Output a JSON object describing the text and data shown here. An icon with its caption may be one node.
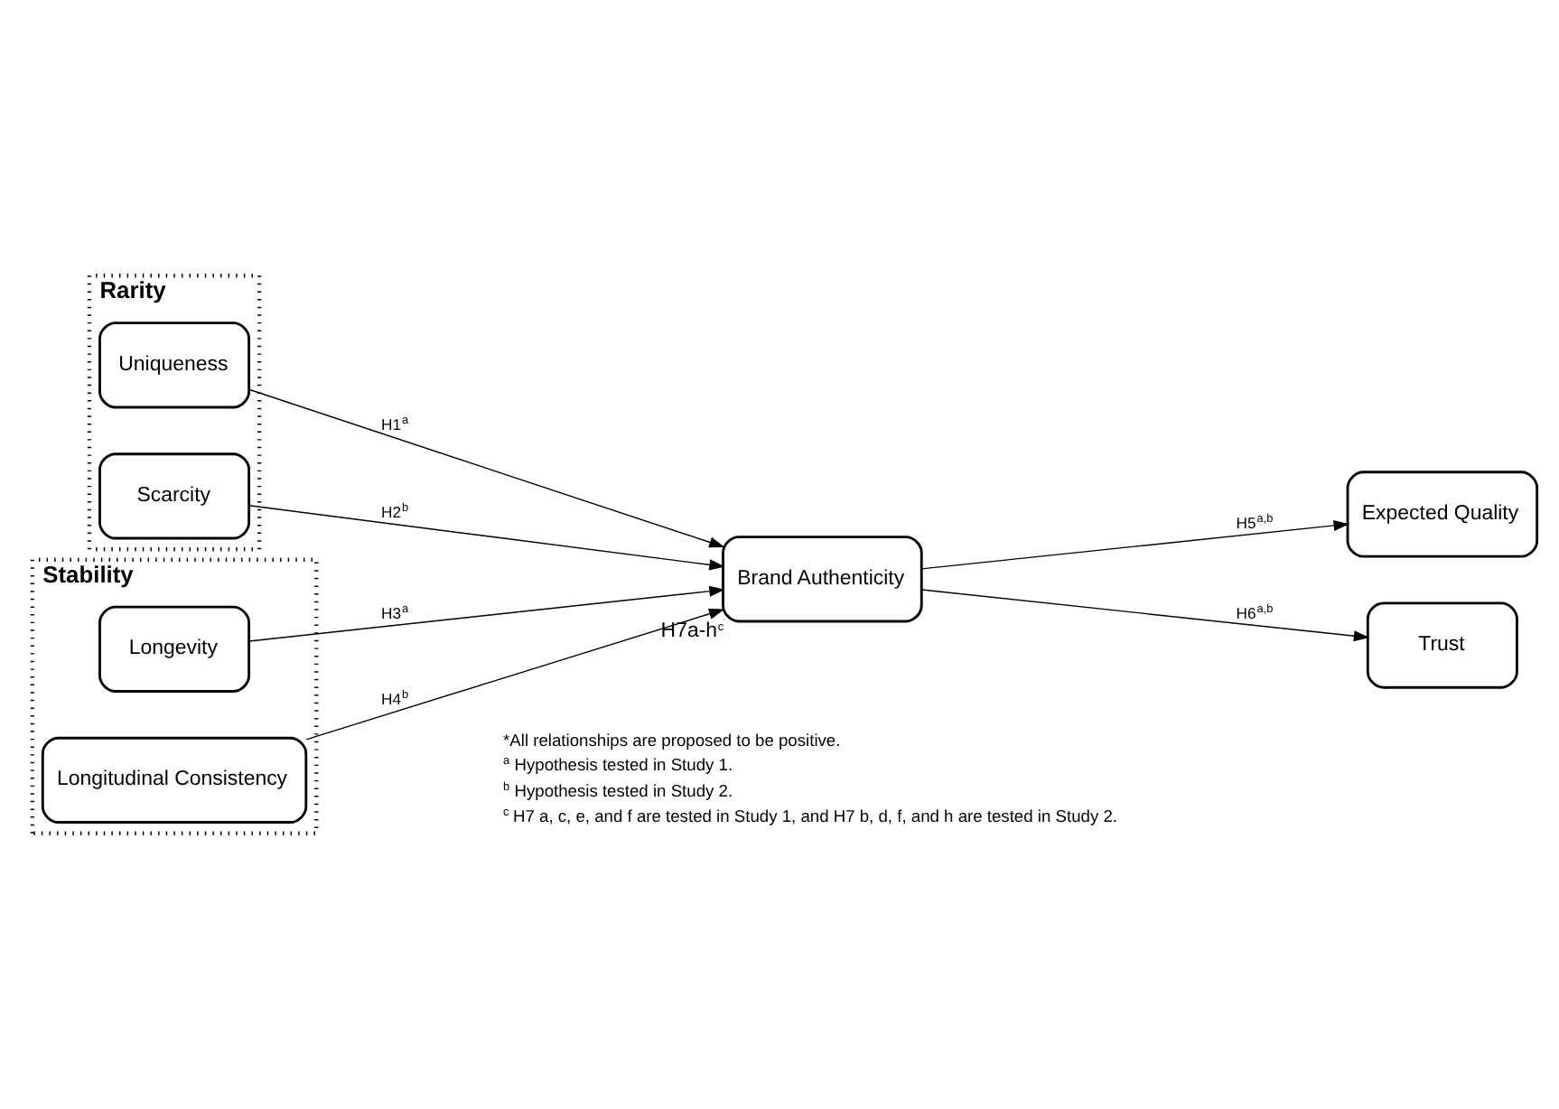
{
  "diagram": {
    "nodes": [
      {
        "text": [
          "Rarity"
        ]
      },
      {
        "text": [
          "Uniqueness"
        ],
        "in": 0
      },
      {
        "text": [
          "Scarcity"
        ],
        "in": 0
      },
      {
        "text": [
          "Stability"
        ]
      },
      {
        "text": [
          "Longevity"
        ],
        "in": 3
      },
      {
        "text": [
          "Longitudinal Consistency"
        ],
        "in": 3
      },
      {
        "text": [
          "Brand Authenticity"
        ],
        "beside": [
          "H7a-h$^{c}$"
        ]
      },
      {
        "text": [
          "Expected Quality"
        ]
      },
      {
        "text": [
          "Trust"
        ]
      }
    ],
    "edges": [
      {
        "from": 1,
        "to": 6,
        "arrow": "to",
        "label": "H1$^{a}$"
      },
      {
        "from": 2,
        "to": 6,
        "arrow": "to",
        "label": "H2$^{b}$"
      },
      {
        "from": 4,
        "to": 6,
        "arrow": "to",
        "label": "H3$^{a}$"
      },
      {
        "from": 5,
        "to": 6,
        "arrow": "to",
        "label": "H4$^{b}$"
      },
      {
        "from": 6,
        "to": 7,
        "arrow": "to",
        "label": "H5$^{a,b}$"
      },
      {
        "from": 6,
        "to": 8,
        "arrow": "to",
        "label": "H6$^{a,b}$"
      }
    ],
    "labels": [
      "*All relationships are proposed to be positive.",
      "$^{a}$ Hypothesis tested in Study 1.",
      "$^{b}$ Hypothesis tested in Study 2.",
      "$^{c}$ H7 a, c, e, and f are tested in Study 1, and H7 b, d, f, and h are tested in Study 2."
    ]
  }
}
